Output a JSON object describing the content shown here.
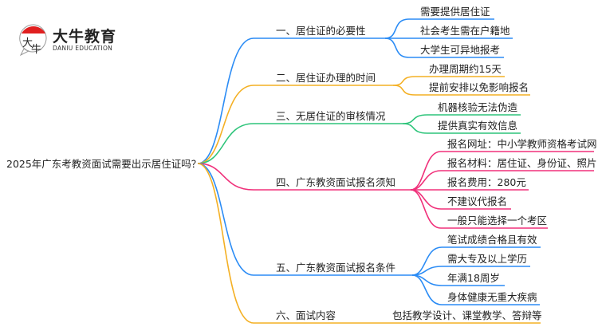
{
  "logo": {
    "brand_cn": "大牛教育",
    "brand_en": "DANIU EDUCATION",
    "mark_text": "大牛",
    "accent": "#e02020"
  },
  "root": {
    "label": "2025年广东考教资面试需要出示居住证吗？"
  },
  "branches": [
    {
      "label": "一、居住证的必要性",
      "color": "#2b8cf5",
      "children": [
        "需要提供居住证",
        "社会考生需在户籍地",
        "大学生可异地报考"
      ]
    },
    {
      "label": "二、居住证办理的时间",
      "color": "#f4b024",
      "children": [
        "办理周期约15天",
        "提前安排以免影响报名"
      ]
    },
    {
      "label": "三、无居住证的审核情况",
      "color": "#2dc47a",
      "children": [
        "机器核验无法伪造",
        "提供真实有效信息"
      ]
    },
    {
      "label": "四、广东教资面试报名须知",
      "color": "#f0307a",
      "children": [
        "报名网址：中小学教师资格考试网",
        "报名材料：居住证、身份证、照片",
        "报名费用：280元",
        "不建议代报名",
        "一般只能选择一个考区"
      ]
    },
    {
      "label": "五、广东教资面试报名条件",
      "color": "#2b8cf5",
      "children": [
        "笔试成绩合格且有效",
        "需大专及以上学历",
        "年满18周岁",
        "身体健康无重大疾病"
      ]
    },
    {
      "label": "六、面试内容",
      "color": "#f4b024",
      "children": [
        "包括教学设计、课堂教学、答辩等"
      ]
    }
  ]
}
